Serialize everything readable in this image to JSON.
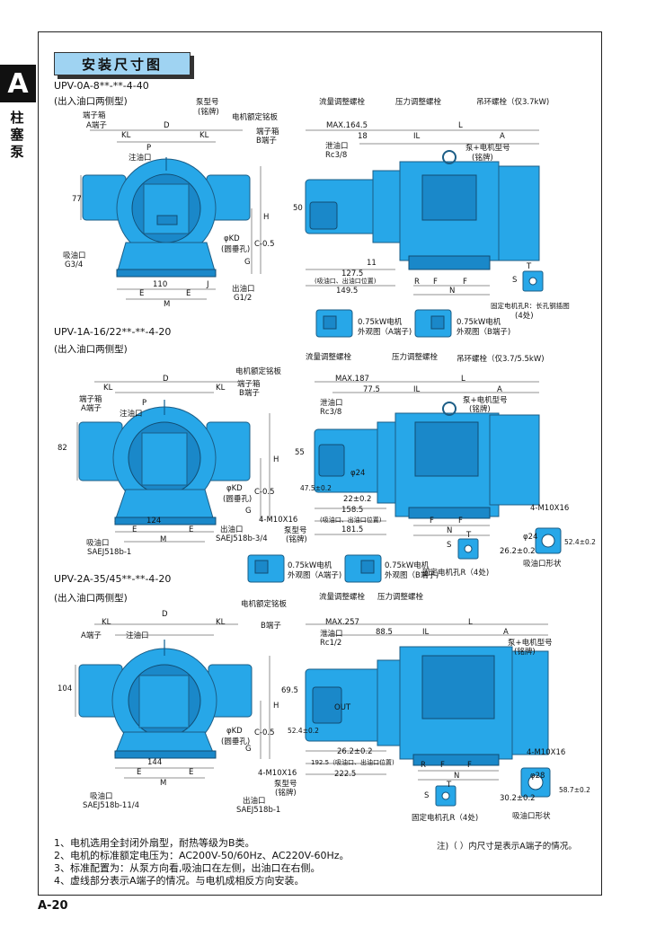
{
  "side": {
    "letter": "A",
    "label_lines": [
      "柱",
      "塞",
      "泵"
    ]
  },
  "title": "安装尺寸图",
  "page_number": "A-20",
  "sections": [
    {
      "model": "UPV-0A-8**-**-4-40",
      "subtitle": "(出入油口两侧型)",
      "front_labels": [
        "端子箱",
        "A端子",
        "泵型号",
        "(铭牌)",
        "电机额定铭板",
        "端子箱",
        "B端子",
        "注油口",
        "P",
        "D",
        "KL",
        "KL",
        "77",
        "吸油口",
        "G3/4",
        "φKD",
        "(圆垂孔)",
        "H",
        "C-0.5",
        "G",
        "E",
        "E",
        "110",
        "J",
        "M",
        "出油口",
        "G1/2"
      ],
      "side_labels": [
        "流量调整螺栓",
        "压力调整螺栓",
        "吊环螺栓（仅3.7kW)",
        "MAX.164.5",
        "18",
        "IL",
        "L",
        "A",
        "泄油口",
        "Rc3/8",
        "泵+电机型号",
        "(铭牌)",
        "50",
        "11",
        "127.5",
        "(吸油口、出油口位置)",
        "149.5",
        "R",
        "F",
        "F",
        "N",
        "T",
        "S",
        "固定电机孔R：长孔钢插图",
        "(4处)"
      ],
      "variants": [
        "0.75kW电机",
        "外观图（A端子)",
        "0.75kW电机",
        "外观图（B端子)"
      ]
    },
    {
      "model": "UPV-1A-16/22**-**-4-20",
      "subtitle": "(出入油口两侧型)",
      "front_labels": [
        "KL",
        "D",
        "KL",
        "电机额定铭板",
        "端子箱",
        "A端子",
        "P",
        "注油口",
        "端子箱",
        "B端子",
        "82",
        "φKD",
        "(圆垂孔)",
        "H",
        "C-0.5",
        "G",
        "4-M10X16",
        "124",
        "E",
        "E",
        "M",
        "吸油口",
        "SAEJ518b-1",
        "出油口",
        "SAEJ518b-3/4",
        "泵型号",
        "(铭牌)"
      ],
      "side_labels": [
        "流量调整螺栓",
        "压力调整螺栓",
        "吊环螺栓（仅3.7/5.5kW)",
        "MAX.187",
        "77.5",
        "IL",
        "L",
        "A",
        "泄油口",
        "Rc3/8",
        "泵+电机型号",
        "(铭牌)",
        "55",
        "47.5±0.2",
        "φ24",
        "22±0.2",
        "158.5",
        "(吸油口、出油口位置)",
        "181.5",
        "F",
        "F",
        "N",
        "S",
        "T",
        "固定电机孔R（4处)",
        "4-M10X16",
        "φ24",
        "26.2±0.2",
        "52.4±0.2",
        "吸油口形状"
      ],
      "variants": [
        "0.75kW电机",
        "外观图（A端子)",
        "0.75kW电机",
        "外观图（B端子)"
      ]
    },
    {
      "model": "UPV-2A-35/45**-**-4-20",
      "subtitle": "(出入油口两侧型)",
      "front_labels": [
        "KL",
        "D",
        "KL",
        "电机额定铭板",
        "A端子",
        "注油口",
        "B端子",
        "104",
        "φKD",
        "(圆垂孔)",
        "H",
        "C-0.5",
        "G",
        "144",
        "E",
        "E",
        "M",
        "4-M10X16",
        "吸油口",
        "SAEJ518b-11/4",
        "出油口",
        "SAEJ518b-1",
        "泵型号",
        "(铭牌)"
      ],
      "side_labels": [
        "流量调整螺栓",
        "压力调整螺栓",
        "MAX.257",
        "泄油口",
        "Rc1/2",
        "88.5",
        "IL",
        "L",
        "A",
        "泵+电机型号",
        "(铭牌)",
        "OUT",
        "69.5",
        "52.4±0.2",
        "26.2±0.2",
        "192.5（吸油口、出油口位置)",
        "222.5",
        "F",
        "F",
        "N",
        "R",
        "4-M10X16",
        "φ28",
        "30.2±0.2",
        "58.7±0.2",
        "S",
        "T",
        "固定电机孔R（4处)",
        "吸油口形状"
      ],
      "variants": []
    }
  ],
  "notes": [
    "1、电机选用全封闭外扇型，耐热等级为B类。",
    "2、电机的标准额定电压为：AC200V-50/60Hz、AC220V-60Hz。",
    "3、标准配置为：从泵方向看,吸油口在左侧，出油口在右侧。",
    "4、虚线部分表示A端子的情况。与电机成相反方向安装。"
  ],
  "footnote": "注)（ ）内尺寸是表示A端子的情况。",
  "colors": {
    "pump": "#27a7e8",
    "pump_dark": "#1a88c9",
    "title_bg": "#9fd3f2",
    "tab": "#111111"
  }
}
